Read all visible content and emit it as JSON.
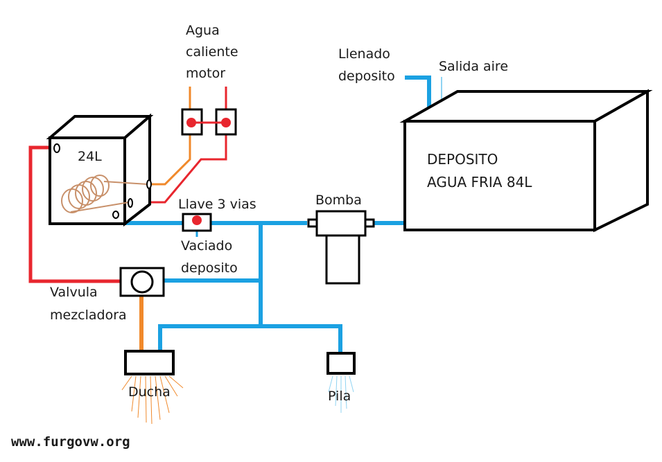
{
  "labels": {
    "hot_water_engine": [
      "Agua",
      "caliente",
      "motor"
    ],
    "fill_tank": [
      "Llenado",
      "deposito"
    ],
    "air_outlet": "Salida aire",
    "boiler": "24L",
    "valve_3way": "Llave 3 vias",
    "drain_tank": [
      "Vaciado",
      "deposito"
    ],
    "pump": "Bomba",
    "tank": [
      "DEPOSITO",
      "AGUA FRIA 84L"
    ],
    "mixer_valve": [
      "Valvula",
      "mezcladora"
    ],
    "shower": "Ducha",
    "sink": "Pila"
  },
  "watermark": "www.furgovw.org",
  "colors": {
    "cold_pipe": "#1ba1e2",
    "hot_pipe": "#e8262e",
    "engine_pipe": "#f0892b",
    "coil": "#c8906a",
    "outline": "#000000",
    "junction": "#e8262e"
  }
}
